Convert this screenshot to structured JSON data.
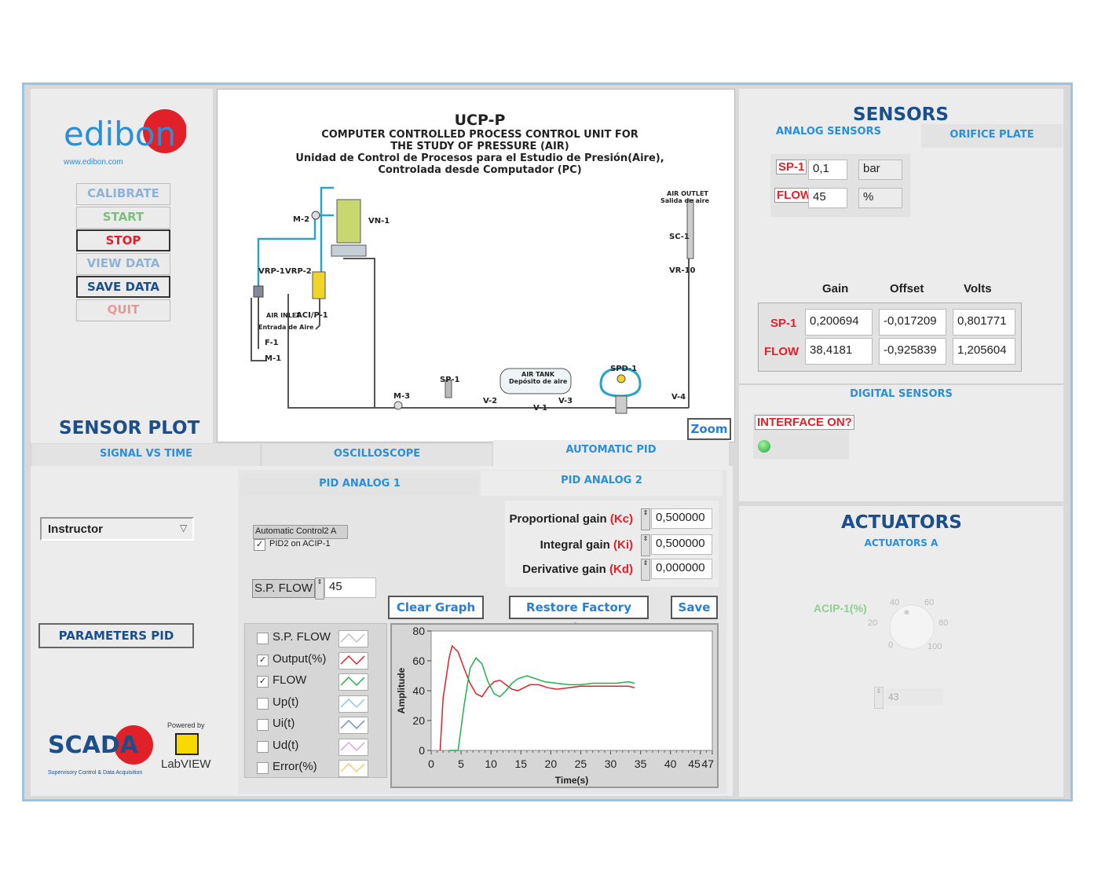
{
  "brand": {
    "logo": "edibon",
    "url": "www.edibon.com",
    "colors": {
      "accent": "#e0212a",
      "blue": "#1a4f8c",
      "light_blue": "#2a8fd6"
    }
  },
  "controls": [
    {
      "label": "CALIBRATE",
      "color": "#8fb3d8"
    },
    {
      "label": "START",
      "color": "#7cc07c"
    },
    {
      "label": "STOP",
      "color": "#e0212a"
    },
    {
      "label": "VIEW DATA",
      "color": "#8fb3d8"
    },
    {
      "label": "SAVE DATA",
      "color": "#1a4f8c"
    },
    {
      "label": "QUIT",
      "color": "#e39a9a"
    }
  ],
  "diagram": {
    "title": "UCP-P",
    "subtitle1": "COMPUTER CONTROLLED PROCESS CONTROL UNIT FOR",
    "subtitle2": "THE STUDY OF PRESSURE (AIR)",
    "subtitle3": "Unidad de Control de Procesos para el Estudio de Presión(Aire),",
    "subtitle4": "Controlada desde Computador (PC)",
    "labels": {
      "m2": "M-2",
      "vn1": "VN-1",
      "vrp1": "VRP-1",
      "vrp2": "VRP-2",
      "air_inlet": "AIR INLET",
      "entrada": "Entrada de Aire",
      "f1": "F-1",
      "m1": "M-1",
      "acip1": "ACI/P-1",
      "air_outlet": "AIR OUTLET",
      "salida": "Salida de aire",
      "sc1": "SC-1",
      "vr10": "VR-10",
      "air_tank": "AIR TANK",
      "deposito": "Depósito de aire",
      "sp1": "SP-1",
      "m3": "M-3",
      "v2": "V-2",
      "v1": "V-1",
      "v3": "V-3",
      "spd1": "SPD-1",
      "v4": "V-4"
    },
    "zoom": "Zoom"
  },
  "sensor_plot": {
    "title": "SENSOR PLOT",
    "tabs": [
      "SIGNAL VS TIME",
      "OSCILLOSCOPE",
      "AUTOMATIC PID"
    ],
    "subtabs": [
      "PID ANALOG 1",
      "PID ANALOG 2"
    ],
    "user_select": "Instructor",
    "parameters_button": "PARAMETERS PID",
    "auto_control_label": "Automatic Control2 A",
    "pid_checkbox": "PID2 on ACIP-1",
    "sp_flow_label": "S.P. FLOW",
    "sp_flow_value": "45",
    "gains": [
      {
        "label": "Proportional gain",
        "abbr": "(Kc)",
        "value": "0,500000"
      },
      {
        "label": "Integral gain",
        "abbr": "(Ki)",
        "value": "0,500000"
      },
      {
        "label": "Derivative gain",
        "abbr": "(Kd)",
        "value": "0,000000"
      }
    ],
    "buttons": {
      "clear": "Clear Graph",
      "restore": "Restore Factory Values",
      "save": "Save"
    },
    "legend": [
      {
        "name": "S.P. FLOW",
        "checked": false,
        "color": "#c0c0c0"
      },
      {
        "name": "Output(%)",
        "checked": true,
        "color": "#e0212a"
      },
      {
        "name": "FLOW",
        "checked": true,
        "color": "#22b14c"
      },
      {
        "name": "Up(t)",
        "checked": false,
        "color": "#8ec7ee"
      },
      {
        "name": "Ui(t)",
        "checked": false,
        "color": "#6f8fd0"
      },
      {
        "name": "Ud(t)",
        "checked": false,
        "color": "#d7a3e0"
      },
      {
        "name": "Error(%)",
        "checked": false,
        "color": "#e8d27a"
      }
    ],
    "check_mark": "✓"
  },
  "chart_data": {
    "type": "line",
    "xlabel": "Time(s)",
    "ylabel": "Amplitude",
    "xlim": [
      0,
      47
    ],
    "ylim": [
      0,
      80
    ],
    "x_ticks": [
      "0",
      "5",
      "10",
      "15",
      "20",
      "25",
      "30",
      "35",
      "40",
      "45",
      "47"
    ],
    "y_ticks": [
      "0",
      "20",
      "40",
      "60",
      "80"
    ],
    "series": [
      {
        "name": "Output(%)",
        "color": "#e0212a",
        "points": [
          [
            1.5,
            0
          ],
          [
            2,
            35
          ],
          [
            3,
            62
          ],
          [
            3.5,
            70
          ],
          [
            4.5,
            66
          ],
          [
            5.5,
            55
          ],
          [
            6.5,
            45
          ],
          [
            7.5,
            38
          ],
          [
            8.5,
            36
          ],
          [
            9.5,
            42
          ],
          [
            10.5,
            46
          ],
          [
            11.5,
            47
          ],
          [
            12.5,
            44
          ],
          [
            13.5,
            41
          ],
          [
            14.5,
            40
          ],
          [
            15.5,
            42
          ],
          [
            16.5,
            44
          ],
          [
            18,
            44
          ],
          [
            19.5,
            42
          ],
          [
            21,
            41
          ],
          [
            23,
            42
          ],
          [
            25,
            43
          ],
          [
            27,
            43
          ],
          [
            29,
            43
          ],
          [
            31,
            43
          ],
          [
            33,
            43
          ],
          [
            34,
            42
          ]
        ]
      },
      {
        "name": "FLOW",
        "color": "#22b14c",
        "points": [
          [
            3,
            0
          ],
          [
            4.5,
            0
          ],
          [
            5.5,
            30
          ],
          [
            6.5,
            55
          ],
          [
            7.5,
            62
          ],
          [
            8.5,
            58
          ],
          [
            9.5,
            46
          ],
          [
            10.5,
            38
          ],
          [
            11.5,
            36
          ],
          [
            12.5,
            40
          ],
          [
            13.5,
            45
          ],
          [
            14.5,
            48
          ],
          [
            16,
            50
          ],
          [
            17.5,
            48
          ],
          [
            19,
            46
          ],
          [
            21,
            45
          ],
          [
            23,
            44
          ],
          [
            25,
            44
          ],
          [
            27,
            45
          ],
          [
            29,
            45
          ],
          [
            31,
            45
          ],
          [
            33,
            46
          ],
          [
            34,
            45
          ]
        ]
      }
    ]
  },
  "sensors": {
    "title": "SENSORS",
    "tabs": [
      "ANALOG SENSORS",
      "ORIFICE PLATE"
    ],
    "readings": [
      {
        "name": "SP-1",
        "value": "0,1",
        "unit": "bar"
      },
      {
        "name": "FLOW",
        "value": "45",
        "unit": "%"
      }
    ],
    "cal_headers": [
      "Gain",
      "Offset",
      "Volts"
    ],
    "calibration": [
      {
        "name": "SP-1",
        "gain": "0,200694",
        "offset": "-0,017209",
        "volts": "0,801771"
      },
      {
        "name": "FLOW",
        "gain": "38,4181",
        "offset": "-0,925839",
        "volts": "1,205604"
      }
    ],
    "digital_title": "DIGITAL SENSORS",
    "interface_label": "INTERFACE ON?"
  },
  "actuators": {
    "title": "ACTUATORS",
    "subtitle": "ACTUATORS A",
    "knob_label": "ACIP-1(%)",
    "knob_ticks": [
      "0",
      "20",
      "40",
      "60",
      "80",
      "100"
    ],
    "knob_value": "43",
    "knob_level": 43
  },
  "scada": {
    "logo": "SCADA",
    "tagline": "Supervisory Control & Data Acquisition",
    "powered_by": "Powered by",
    "labview": "LabVIEW"
  }
}
